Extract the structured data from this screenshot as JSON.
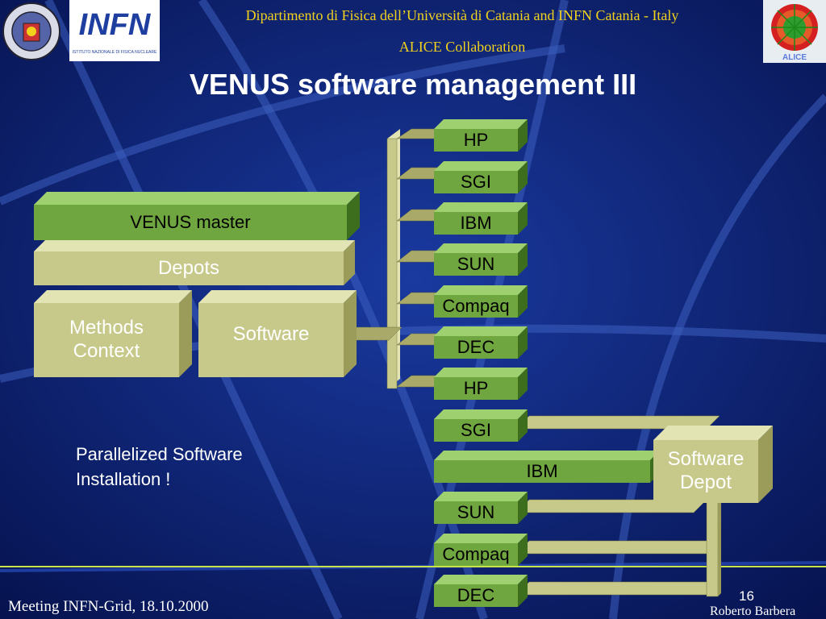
{
  "header": {
    "institution": "Dipartimento di Fisica dell’Università di Catania and INFN Catania - Italy",
    "collaboration": "ALICE Collaboration"
  },
  "logos": {
    "infn_text": "INFN",
    "infn_subtext": "ISTITUTO NAZIONALE DI FISICA NUCLEARE",
    "alice_text": "ALICE"
  },
  "title": "VENUS software management III",
  "stack": {
    "master": "VENUS master",
    "depots": "Depots",
    "methods": "Methods Context",
    "software": "Software"
  },
  "platforms_top": [
    "HP",
    "SGI",
    "IBM",
    "SUN",
    "Compaq",
    "DEC",
    "HP"
  ],
  "platforms_bottom": [
    "SGI",
    "IBM",
    "SUN",
    "Compaq",
    "DEC"
  ],
  "software_depot": "Software Depot",
  "note": "Parallelized Software Installation !",
  "footer": {
    "meeting": "Meeting INFN-Grid, 18.10.2000",
    "page": "16",
    "author": "Roberto Barbera"
  },
  "colors": {
    "background": "#0b1f78",
    "header_text": "#f2d21c",
    "green_block": "#6fa640",
    "khaki_block": "#c7c98a"
  }
}
